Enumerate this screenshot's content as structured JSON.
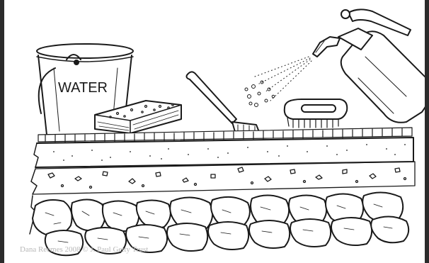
{
  "bucket": {
    "label": "WATER"
  },
  "credit": "Dana Reemes 2008 © J. Paul Getty Trust",
  "palette": {
    "ink": "#1a1a1a",
    "paper": "#ffffff",
    "frame": "#2b2b2b",
    "credit_text": "#b8b8b8"
  },
  "icons": [
    "water-bucket-icon",
    "sponge-icon",
    "paint-brush-icon",
    "scrub-brush-icon",
    "spray-bottle-icon",
    "mist-icon",
    "stone-icon"
  ],
  "layers": [
    "mosaic-tesserae-layer",
    "fine-mortar-layer",
    "coarse-mortar-layer",
    "stone-foundation-layer"
  ]
}
